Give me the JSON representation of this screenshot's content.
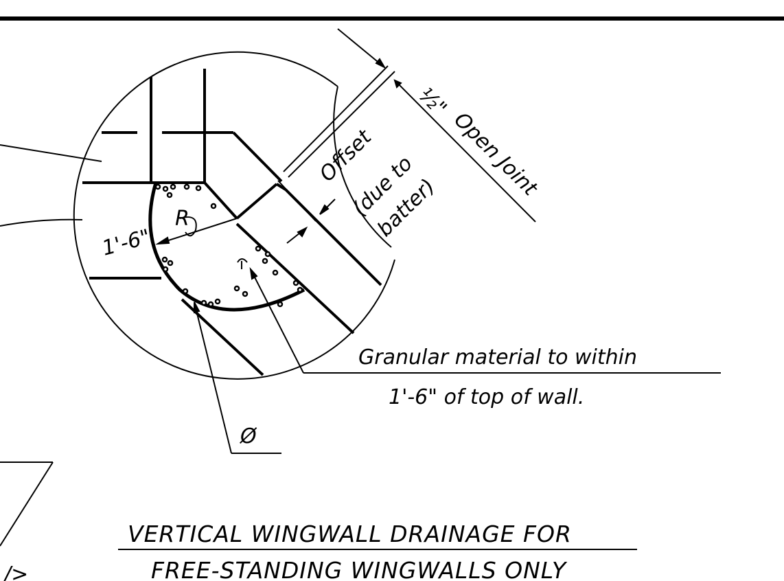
{
  "title": {
    "line1": "VERTICAL WINGWALL DRAINAGE FOR",
    "line2": "FREE-STANDING WINGWALLS ONLY"
  },
  "labels": {
    "open_joint_fraction": "½\"",
    "open_joint_text": "Open Joint",
    "offset": "Offset",
    "due_to": "(due to",
    "batter": "batter)",
    "radius": "R",
    "dimension": "1'-6\"",
    "granular_line1": "Granular material  to within",
    "granular_line2": "1'-6\" of top of wall.",
    "diameter_symbol": "Ø",
    "stray_mark": "/>"
  }
}
